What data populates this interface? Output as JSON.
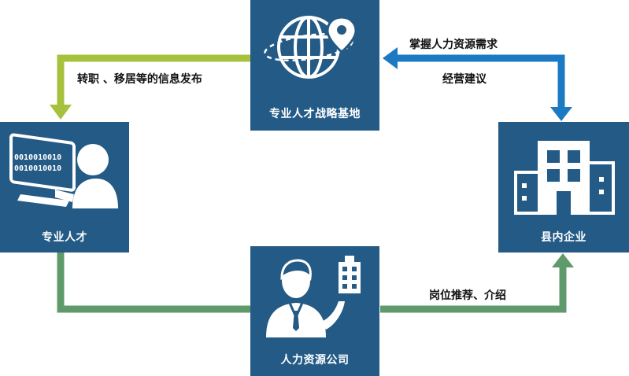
{
  "nodes": {
    "base": {
      "label": "专业人才战略基地",
      "icon": "globe-location-icon"
    },
    "talent": {
      "label": "专业人才",
      "icon": "computer-user-icon"
    },
    "company": {
      "label": "县内企业",
      "icon": "office-building-icon"
    },
    "agency": {
      "label": "人力资源公司",
      "icon": "consultant-building-icon"
    }
  },
  "edges": {
    "base_to_talent": {
      "label": "转职 、移居等的信息发布",
      "color": "#a6c13b"
    },
    "company_to_base": {
      "label_line1": "掌握人力资源需求",
      "label_line2": "经营建议",
      "color": "#1b7ac2"
    },
    "talent_agency_company": {
      "label": "岗位推荐、介绍",
      "color": "#5f9b6a"
    }
  },
  "binary_text": {
    "line1": "0010010010",
    "line2": "0010010010"
  },
  "colors": {
    "node_bg": "#235a86",
    "icon_fill": "#ffffff"
  }
}
